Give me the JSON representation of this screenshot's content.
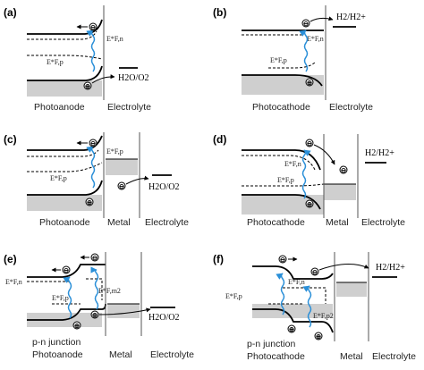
{
  "panels": [
    {
      "label": "(a)",
      "captions": [
        "Photoanode",
        "Electrolyte"
      ],
      "levels": [
        "E*F,n",
        "E*F,p"
      ],
      "redox": "H2O/O2",
      "carriers": [
        "e",
        "h"
      ]
    },
    {
      "label": "(b)",
      "captions": [
        "Photocathode",
        "Electrolyte"
      ],
      "levels": [
        "E*F,n",
        "E*F,p"
      ],
      "redox": "H2/H2+",
      "carriers": [
        "e",
        "h"
      ]
    },
    {
      "label": "(c)",
      "captions": [
        "Photoanode",
        "Metal",
        "Electrolyte"
      ],
      "levels": [
        "E*F,p",
        "E*F,p"
      ],
      "redox": "H2O/O2",
      "carriers": [
        "e",
        "h",
        "e"
      ]
    },
    {
      "label": "(d)",
      "captions": [
        "Photocathode",
        "Metal",
        "Electrolyte"
      ],
      "levels": [
        "E*F,n",
        "E*F,p"
      ],
      "redox": "H2/H2+",
      "carriers": [
        "e",
        "h"
      ]
    },
    {
      "label": "(e)",
      "captions": [
        "p-n junction",
        "Photoanode",
        "Metal",
        "Electrolyte"
      ],
      "levels": [
        "E*F,n",
        "E*F,p",
        "E*F,m2"
      ],
      "redox": "H2O/O2",
      "carriers": [
        "e",
        "e",
        "h",
        "h"
      ]
    },
    {
      "label": "(f)",
      "captions": [
        "p-n junction",
        "Photocathode",
        "Metal",
        "Electrolyte"
      ],
      "levels": [
        "E*F,p",
        "E*F,n",
        "E*F,p2"
      ],
      "redox": "H2/H2+",
      "carriers": [
        "e",
        "e",
        "h",
        "h"
      ]
    }
  ],
  "symbols": {
    "electron": "⊖",
    "hole": "⊕"
  },
  "colors": {
    "photon": "#2a8fd8",
    "shade": "#cfcfcf",
    "band": "#000000"
  }
}
